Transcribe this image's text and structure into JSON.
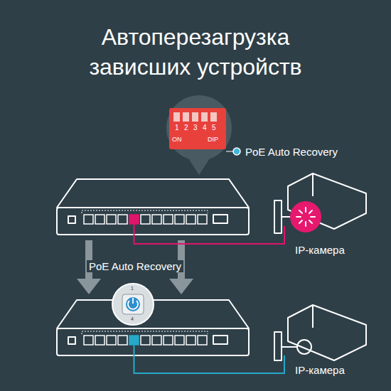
{
  "diagram": {
    "title": "Автоперезагрузка зависших устройств",
    "labels": [
      "1",
      "2",
      "3",
      "4",
      "5",
      "ON",
      "DIP",
      "PoE Auto Recovery",
      "IP-камера",
      "PoE Auto Recovery",
      "1",
      "4",
      "IP-камера"
    ]
  }
}
